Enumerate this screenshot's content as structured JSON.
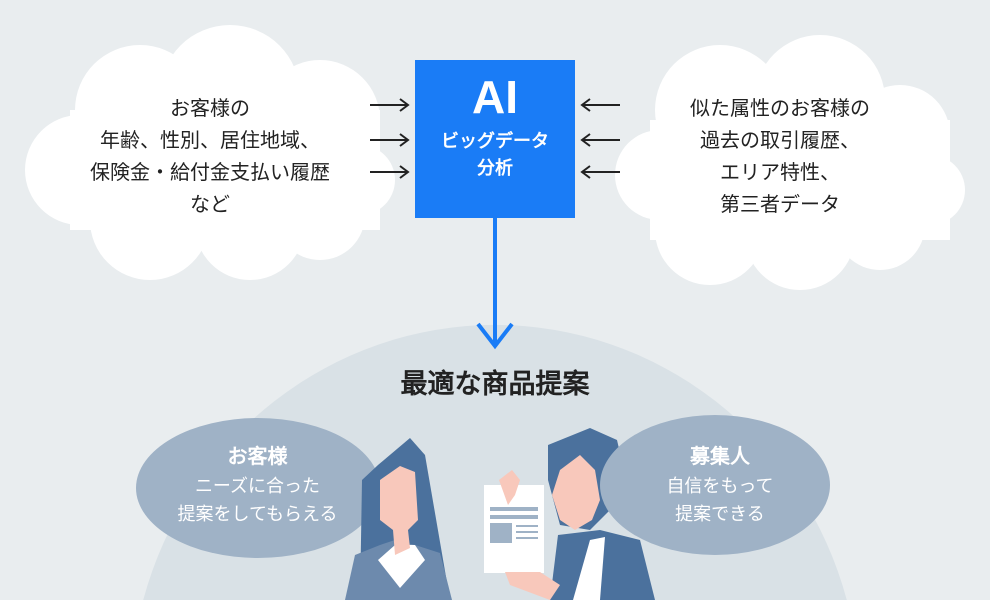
{
  "left_cloud": {
    "lines": [
      "お客様の",
      "年齢、性別、居住地域、",
      "保険金・給付金支払い履歴",
      "など"
    ]
  },
  "right_cloud": {
    "lines": [
      "似た属性のお客様の",
      "過去の取引履歴、",
      "エリア特性、",
      "第三者データ"
    ]
  },
  "ai_box": {
    "title": "AI",
    "subtitle_lines": [
      "ビッグデータ",
      "分析"
    ]
  },
  "result": {
    "title": "最適な商品提案"
  },
  "customer_bubble": {
    "title": "お客様",
    "lines": [
      "ニーズに合った",
      "提案をしてもらえる"
    ]
  },
  "agent_bubble": {
    "title": "募集人",
    "lines": [
      "自信をもって",
      "提案できる"
    ]
  },
  "colors": {
    "background": "#e9edef",
    "accent_blue": "#1a7cf6",
    "bubble": "#9fb2c6",
    "hair_suit": "#4b719d",
    "skin": "#f8c8bb"
  }
}
